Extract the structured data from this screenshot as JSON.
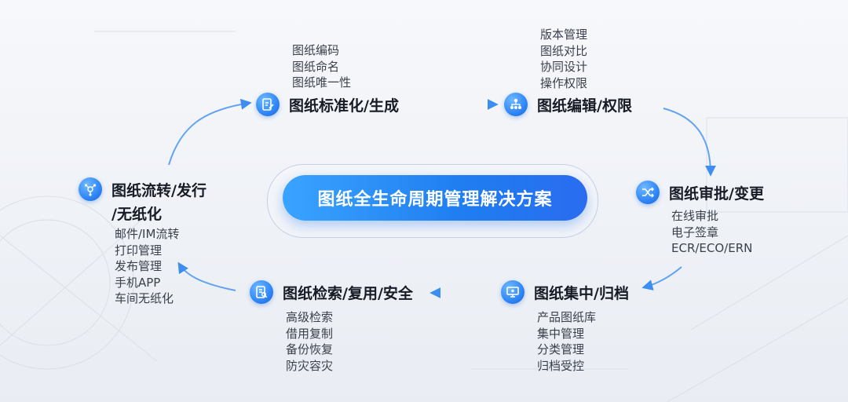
{
  "center": {
    "title": "图纸全生命周期管理解决方案"
  },
  "nodes": {
    "standardize": {
      "title": "图纸标准化/生成",
      "icon": "document-edit-icon",
      "items": [
        "图纸编码",
        "图纸命名",
        "图纸唯一性"
      ]
    },
    "edit": {
      "title": "图纸编辑/权限",
      "icon": "team-hierarchy-icon",
      "items": [
        "版本管理",
        "图纸对比",
        "协同设计",
        "操作权限"
      ]
    },
    "approve": {
      "title": "图纸审批/变更",
      "icon": "shuffle-icon",
      "items": [
        "在线审批",
        "电子签章",
        "ECR/ECO/ERN"
      ]
    },
    "archive": {
      "title": "图纸集中/归档",
      "icon": "monitor-icon",
      "items": [
        "产品图纸库",
        "集中管理",
        "分类管理",
        "归档受控"
      ]
    },
    "search": {
      "title": "图纸检索/复用/安全",
      "icon": "document-search-icon",
      "items": [
        "高级检索",
        "借用复制",
        "备份恢复",
        "防灾容灾"
      ]
    },
    "distribute": {
      "title_line1": "图纸流转/发行",
      "title_line2": "/无纸化",
      "icon": "network-nodes-icon",
      "items": [
        "邮件/IM流转",
        "打印管理",
        "发布管理",
        "手机APP",
        "车间无纸化"
      ]
    }
  },
  "colors": {
    "accent": "#2f86f6",
    "arrow": "#3d8ef0",
    "title": "#161b26"
  }
}
